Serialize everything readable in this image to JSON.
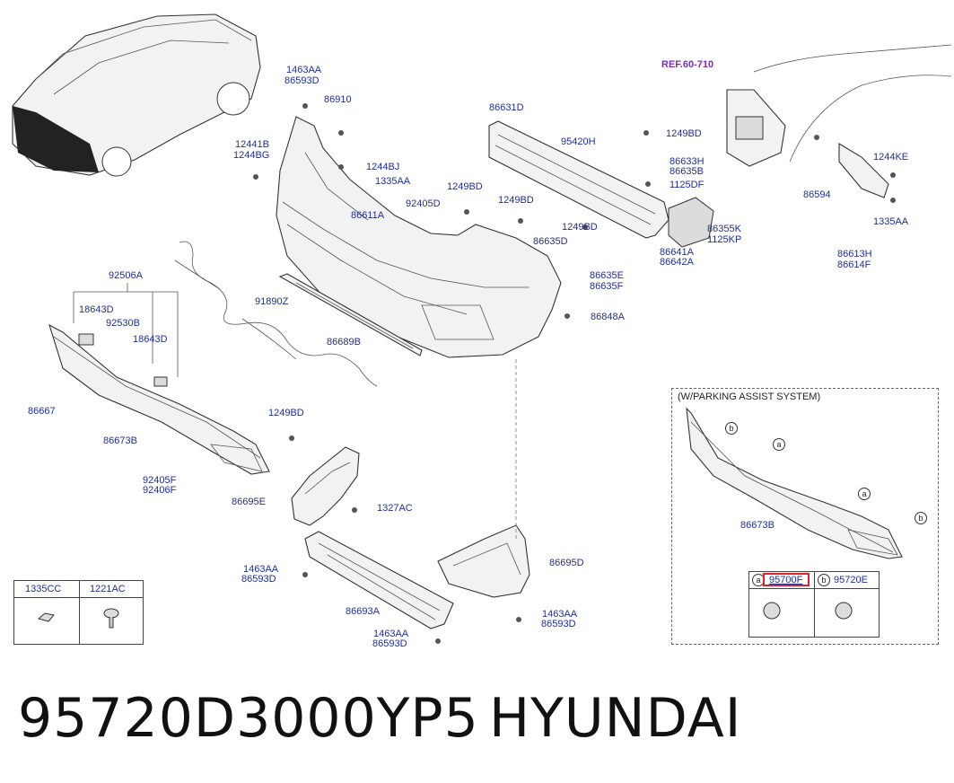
{
  "reference": "REF.60-710",
  "part_labels": {
    "p1463aa_top": "1463AA",
    "p86593d_top": "86593D",
    "p86910": "86910",
    "p12441b": "12441B",
    "p1244bg": "1244BG",
    "p1244bj": "1244BJ",
    "p1335aa_mid": "1335AA",
    "p92405d": "92405D",
    "p1249bd_a": "1249BD",
    "p86611a": "86611A",
    "p86631d": "86631D",
    "p95420h": "95420H",
    "p1249bd_b": "1249BD",
    "p86633h": "86633H",
    "p86635b": "86635B",
    "p1125df": "1125DF",
    "p1249bd_c": "1249BD",
    "p86635d": "86635D",
    "p1249bd_d": "1249BD",
    "p86641a": "86641A",
    "p86642a": "86642A",
    "p86355k": "86355K",
    "p1125kp": "1125KP",
    "p86635e": "86635E",
    "p86635f": "86635F",
    "p86848a": "86848A",
    "p1244ke": "1244KE",
    "p86594": "86594",
    "p1335aa_right": "1335AA",
    "p86613h": "86613H",
    "p86614f": "86614F",
    "p92506a": "92506A",
    "p18643d_a": "18643D",
    "p92530b": "92530B",
    "p18643d_b": "18643D",
    "p91890z": "91890Z",
    "p86689b": "86689B",
    "p86667": "86667",
    "p86673b": "86673B",
    "p1249bd_e": "1249BD",
    "p92405f": "92405F",
    "p92406f": "92406F",
    "p86695e": "86695E",
    "p1327ac": "1327AC",
    "p1463aa_b": "1463AA",
    "p86593d_b": "86593D",
    "p86693a": "86693A",
    "p86695d": "86695D",
    "p1463aa_c": "1463AA",
    "p86593d_c": "86593D",
    "p1463aa_d": "1463AA",
    "p86593d_d": "86593D"
  },
  "parking_assist": {
    "title": "(W/PARKING ASSIST SYSTEM)",
    "part_label": "86673B",
    "callout_a": "a",
    "callout_b": "b",
    "sensor_a_code": "95700F",
    "sensor_b_code": "95720E"
  },
  "legend": {
    "col1": "1335CC",
    "col2": "1221AC"
  },
  "footer": {
    "part_number": "95720D3000YP5",
    "brand": "HYUNDAI"
  },
  "colors": {
    "label_blue": "#1f2f93",
    "ref_purple": "#7a2fb3",
    "highlight_red": "#e0202a"
  }
}
